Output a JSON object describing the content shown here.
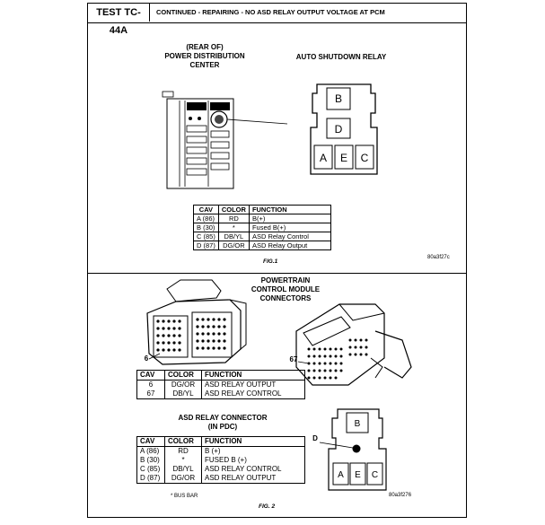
{
  "header": {
    "test_id": "TEST TC-44A",
    "title": "CONTINUED - REPAIRING - NO ASD RELAY OUTPUT VOLTAGE AT PCM"
  },
  "fig1": {
    "pdc_label": [
      "(REAR OF)",
      "POWER DISTRIBUTION",
      "CENTER"
    ],
    "relay_label": "AUTO SHUTDOWN RELAY",
    "relay_cavities": [
      "B",
      "D",
      "A",
      "E",
      "C"
    ],
    "table": {
      "columns": [
        "CAV",
        "COLOR",
        "FUNCTION"
      ],
      "rows": [
        [
          "A (86)",
          "RD",
          "B(+)"
        ],
        [
          "B (30)",
          "*",
          "Fused B(+)"
        ],
        [
          "C (85)",
          "DB/YL",
          "ASD Relay Control"
        ],
        [
          "D (87)",
          "DG/OR",
          "ASD Relay Output"
        ]
      ]
    },
    "caption": "FIG.1",
    "code": "80a3f27c"
  },
  "fig2": {
    "pcm_label": [
      "POWERTRAIN",
      "CONTROL MODULE",
      "CONNECTORS"
    ],
    "pin_callouts": [
      "6",
      "67"
    ],
    "pcm_table": {
      "columns": [
        "CAV",
        "COLOR",
        "FUNCTION"
      ],
      "rows": [
        [
          "6",
          "DG/OR",
          "ASD RELAY OUTPUT"
        ],
        [
          "67",
          "DB/YL",
          "ASD RELAY CONTROL"
        ]
      ]
    },
    "asd_label": [
      "ASD RELAY CONNECTOR",
      "(IN PDC)"
    ],
    "asd_callout": "D",
    "asd_table": {
      "columns": [
        "CAV",
        "COLOR",
        "FUNCTION"
      ],
      "rows": [
        [
          "A (86)",
          "RD",
          "B (+)"
        ],
        [
          "B (30)",
          "*",
          "FUSED B (+)"
        ],
        [
          "C (85)",
          "DB/YL",
          "ASD RELAY CONTROL"
        ],
        [
          "D (87)",
          "DG/OR",
          "ASD RELAY OUTPUT"
        ]
      ]
    },
    "connector_cavities": [
      "B",
      "A",
      "E",
      "C"
    ],
    "footnote": "* BUS BAR",
    "caption": "FIG. 2",
    "code": "80a3f276"
  }
}
